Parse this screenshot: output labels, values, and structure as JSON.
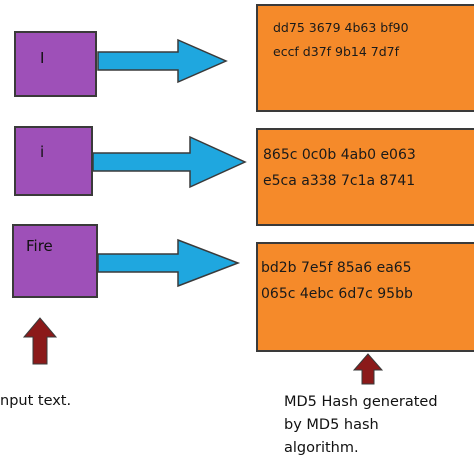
{
  "colors": {
    "input_fill": "#9e50b8",
    "hash_fill": "#f58a2a",
    "arrow_fill": "#1fa7df",
    "pointer_fill": "#8b1a1a",
    "border": "#3a3a3a"
  },
  "inputs": [
    {
      "label": "I"
    },
    {
      "label": "i"
    },
    {
      "label": "Fire"
    }
  ],
  "hashes": [
    {
      "line1": "dd75 3679 4b63 bf90",
      "line2": "eccf d37f 9b14 7d7f"
    },
    {
      "line1": "865c 0c0b 4ab0 e063",
      "line2": "e5ca a338 7c1a 8741"
    },
    {
      "line1": "bd2b 7e5f 85a6 ea65",
      "line2": "065c 4ebc 6d7c 95bb"
    }
  ],
  "captions": {
    "input": "nput text.",
    "output_line1": "MD5 Hash generated",
    "output_line2": "by MD5 hash",
    "output_line3": "algorithm."
  },
  "icons": {
    "flow_arrow": "right-arrow-icon",
    "pointer": "up-arrow-icon"
  }
}
